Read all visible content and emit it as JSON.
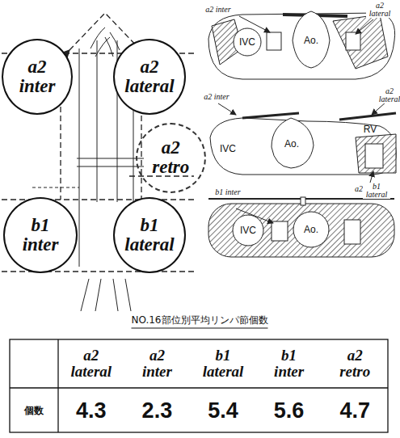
{
  "diagram": {
    "title": "NO.16部位別平均リンパ節個数",
    "nodes": [
      {
        "text": [
          "a2 inter"
        ]
      },
      {
        "text": [
          "a2 lateral"
        ]
      },
      {
        "text": [
          "a2 retro"
        ]
      },
      {
        "text": [
          "b1 inter"
        ]
      },
      {
        "text": [
          "b1 lateral"
        ]
      }
    ],
    "labels": [
      "a2 inter",
      "a2 lateral",
      "IVC",
      "Ao.",
      "a2 inter",
      "a2 lateral",
      "IVC",
      "Ao.",
      "RV",
      "a2 retro",
      "b1 inter",
      "b1 lateral",
      "IVC",
      "Ao.",
      "a2 lateral",
      "a2 inter",
      "b1 lateral",
      "b1 inter",
      "a2 retro",
      "個数",
      "4.3",
      "2.3",
      "5.4",
      "5.6",
      "4.7"
    ]
  }
}
